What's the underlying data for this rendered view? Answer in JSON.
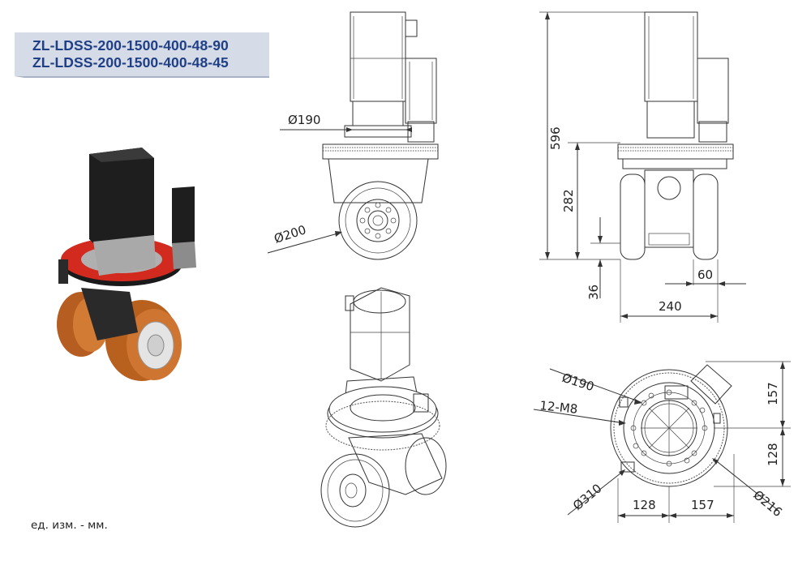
{
  "banner": {
    "model_1": "ZL-LDSS-200-1500-400-48-90",
    "model_2": "ZL-LDSS-200-1500-400-48-45"
  },
  "units_note": "ед. изм. - мм.",
  "colors": {
    "banner_bg": "#d5dbe7",
    "banner_text": "#1f3f86",
    "wheel_orange": "#c8702c",
    "ring_red": "#d22a1e",
    "motor_black": "#1e1e1e"
  },
  "front_view": {
    "dim_flange": "Ø190",
    "dim_wheel": "Ø200"
  },
  "side_view": {
    "dim_height": "596",
    "dim_mid": "282",
    "dim_low": "36",
    "dim_width": "240",
    "dim_offset": "60"
  },
  "top_view": {
    "dim_pcd": "Ø190",
    "dim_holes": "12-M8",
    "dim_outer": "Ø310",
    "dim_inner": "Ø216",
    "dim_right_top": "157",
    "dim_right_bottom": "128",
    "dim_bottom_left": "128",
    "dim_bottom_right": "157"
  }
}
